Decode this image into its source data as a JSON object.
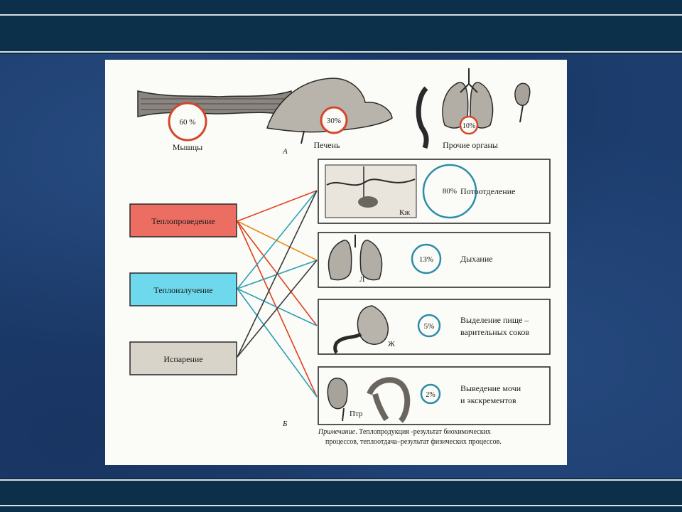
{
  "organs_top": {
    "muscles": {
      "label": "Мышцы",
      "percent": "60 %"
    },
    "liver": {
      "label": "Печень",
      "percent": "30%"
    },
    "other": {
      "label": "Прочие органы",
      "percent": "10%"
    },
    "section_letter": "А"
  },
  "mechanisms": {
    "conduction": "Теплопроведение",
    "radiation": "Теплоизлучение",
    "evaporation": "Испарение"
  },
  "channels": [
    {
      "percent": "80%",
      "label_lines": [
        "Потоотделение"
      ],
      "organ_letter": "Кж"
    },
    {
      "percent": "13%",
      "label_lines": [
        "Дыхание"
      ],
      "organ_letter": "Л"
    },
    {
      "percent": "5%",
      "label_lines": [
        "Выделение пище –",
        "варительных соков"
      ],
      "organ_letter": "Ж"
    },
    {
      "percent": "2%",
      "label_lines": [
        "Выведение мочи",
        "и экскрементов"
      ],
      "organ_letter": "Птр"
    }
  ],
  "section_b_letter": "Б",
  "note": {
    "prefix": "Примечание",
    "line1": ". Теплопродукция -результат биохимических",
    "line2": "процессов, теплоотдача–результат физических процессов."
  },
  "colors": {
    "conduction_fill": "#ec6e62",
    "radiation_fill": "#6ed8ec",
    "evaporation_fill": "#d9d4ca",
    "line_red": "#e0401c",
    "line_orange": "#e88a1c",
    "line_teal": "#2aa0b4",
    "line_dark": "#3a3a3a",
    "ring_red": "#d4462a",
    "ring_teal": "#2c8ea6"
  }
}
